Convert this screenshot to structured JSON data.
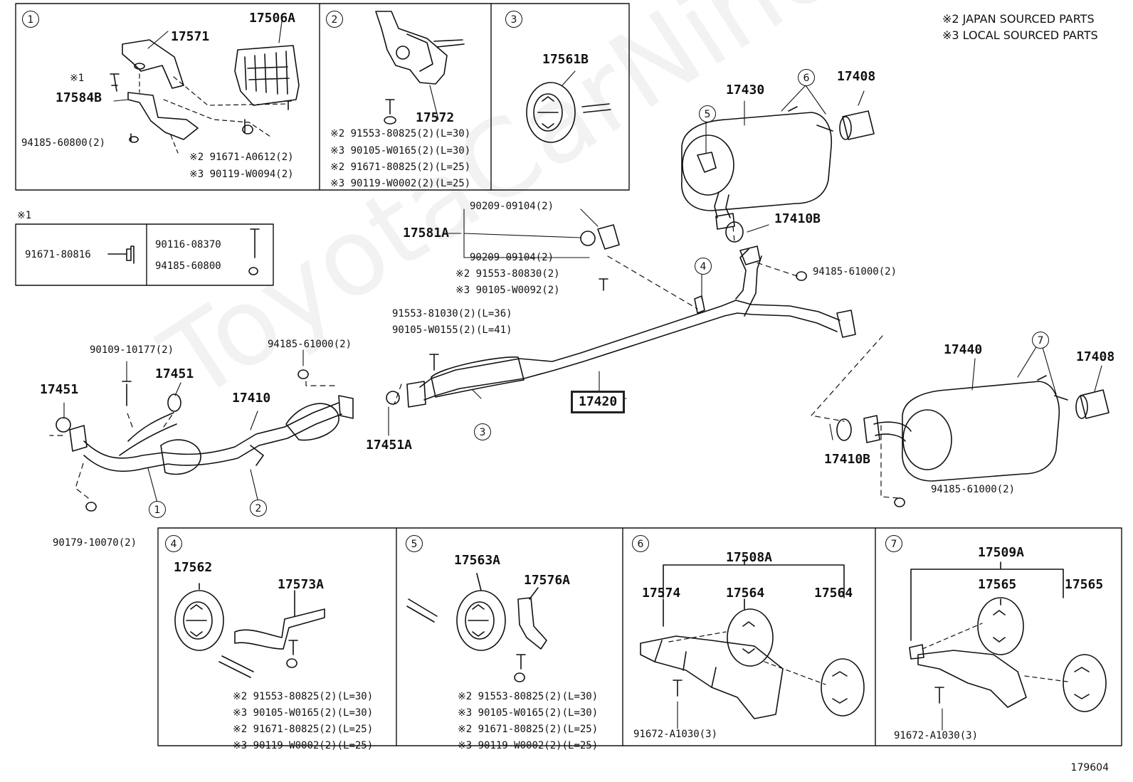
{
  "notes": {
    "japan": "※2 JAPAN SOURCED PARTS",
    "local": "※3 LOCAL SOURCED PARTS"
  },
  "watermark": "ToyotaCarNine.ru",
  "figure_ref": "179604",
  "insets": {
    "i1": {
      "no": "1",
      "p17571": "17571",
      "p17506a": "17506A",
      "p17584b": "17584B",
      "bolt1": "※1",
      "p94185": "94185-60800(2)",
      "p91671": "※2 91671-A0612(2)",
      "p90119": "※3 90119-W0094(2)"
    },
    "i2": {
      "no": "2",
      "p17572": "17572",
      "l1": "※2 91553-80825(2)(L=30)",
      "l2": "※3 90105-W0165(2)(L=30)",
      "l3": "※2 91671-80825(2)(L=25)",
      "l4": "※3 90119-W0002(2)(L=25)"
    },
    "i3": {
      "no": "3",
      "p17561b": "17561B"
    },
    "x1": {
      "title": "※1",
      "a": "91671-80816",
      "b": "90116-08370",
      "c": "94185-60800"
    },
    "i4": {
      "no": "4",
      "p17562": "17562",
      "p17573a": "17573A",
      "l1": "※2 91553-80825(2)(L=30)",
      "l2": "※3 90105-W0165(2)(L=30)",
      "l3": "※2 91671-80825(2)(L=25)",
      "l4": "※3 90119-W0002(2)(L=25)"
    },
    "i5": {
      "no": "5",
      "p17563a": "17563A",
      "p17576a": "17576A",
      "l1": "※2 91553-80825(2)(L=30)",
      "l2": "※3 90105-W0165(2)(L=30)",
      "l3": "※2 91671-80825(2)(L=25)",
      "l4": "※3 90119-W0002(2)(L=25)"
    },
    "i6": {
      "no": "6",
      "p17508a": "17508A",
      "p17574": "17574",
      "p17564a": "17564",
      "p17564b": "17564",
      "bolt": "91672-A1030(3)"
    },
    "i7": {
      "no": "7",
      "p17509a": "17509A",
      "p17565a": "17565",
      "p17565b": "17565",
      "bolt": "91672-A1030(3)"
    }
  },
  "main": {
    "p17581a": "17581A",
    "p90209a": "90209-09104(2)",
    "p90209b": "90209-09104(2)",
    "p91553_80830": "※2 91553-80830(2)",
    "p90105_w0092": "※3 90105-W0092(2)",
    "p91553_81030": "91553-81030(2)(L=36)",
    "p90105_w0155": "90105-W0155(2)(L=41)",
    "p90109": "90109-10177(2)",
    "p17451a": "17451",
    "p17451b": "17451",
    "p17410": "17410",
    "p94185_61000a": "94185-61000(2)",
    "p17451A": "17451A",
    "p17420": "17420",
    "p90179": "90179-10070(2)",
    "p17430": "17430",
    "p17408a": "17408",
    "p17410b_a": "17410B",
    "p94185_61000b": "94185-61000(2)",
    "p17440": "17440",
    "p17408b": "17408",
    "p17410b_b": "17410B",
    "p94185_61000c": "94185-61000(2)",
    "c1": "1",
    "c2": "2",
    "c3": "3",
    "c4": "4",
    "c5": "5",
    "c6": "6",
    "c7": "7"
  }
}
